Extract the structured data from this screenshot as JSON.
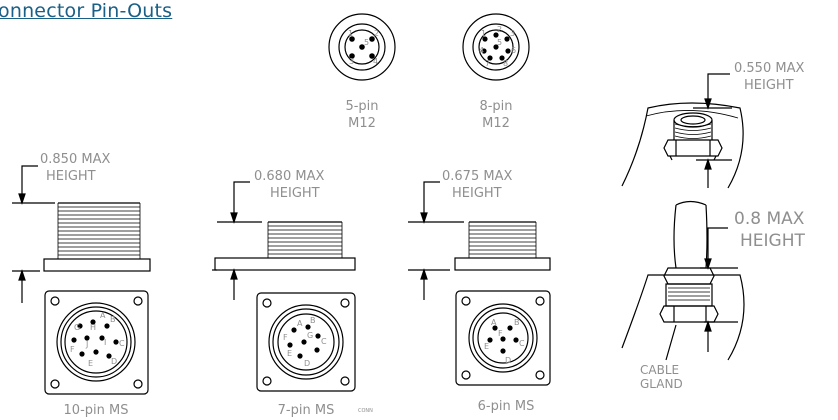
{
  "title": "onnector Pin-Outs",
  "colors": {
    "title": "#1a5f86",
    "line": "#000000",
    "label": "#8f8f8f"
  },
  "face_connectors": [
    {
      "name": "5-pin",
      "type": "M12"
    },
    {
      "name": "8-pin",
      "type": "M12"
    }
  ],
  "ms_connectors": [
    {
      "height": "0.850 MAX",
      "height_word": "HEIGHT",
      "name": "10-pin MS"
    },
    {
      "height": "0.680 MAX",
      "height_word": "HEIGHT",
      "name": "7-pin MS"
    },
    {
      "height": "0.675 MAX",
      "height_word": "HEIGHT",
      "name": "6-pin MS"
    }
  ],
  "side_views": [
    {
      "height": "0.550 MAX",
      "height_word": "HEIGHT"
    },
    {
      "height": "0.8 MAX",
      "height_word": "HEIGHT",
      "caption_1": "CABLE",
      "caption_2": "GLAND"
    }
  ],
  "pin_labels": {
    "five_pin": [
      "1",
      "2",
      "3",
      "4",
      "5"
    ],
    "eight_pin": [
      "1",
      "2",
      "3",
      "4",
      "5",
      "6",
      "7",
      "8"
    ],
    "ten_pin": [
      "A",
      "B",
      "C",
      "D",
      "E",
      "F",
      "G",
      "H",
      "I",
      "J"
    ],
    "seven_pin": [
      "A",
      "B",
      "C",
      "D",
      "E",
      "F",
      "G"
    ],
    "six_pin": [
      "A",
      "B",
      "C",
      "D",
      "E",
      "F"
    ]
  },
  "small_note": "CONN"
}
